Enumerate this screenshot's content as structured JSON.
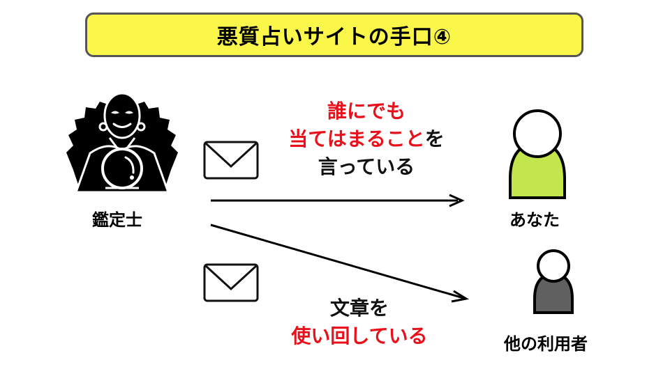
{
  "title": "悪質占いサイトの手口④",
  "colors": {
    "title_bg": "#fbf64a",
    "title_border": "#555555",
    "highlight_red": "#e8101a",
    "you_body": "#c2e64c",
    "others_body": "#606060"
  },
  "actors": {
    "fortune_teller": {
      "label": "鑑定士",
      "icon": "fortune-teller-crystal-ball-icon"
    },
    "you": {
      "label": "あなた",
      "icon": "person-icon"
    },
    "others": {
      "label": "他の利用者",
      "icon": "person-icon"
    }
  },
  "messages": {
    "top": {
      "line1_red": "誰にでも",
      "line2_red": "当てはまること",
      "line2_black": "を",
      "line3_black": "言っている",
      "icon": "envelope-icon"
    },
    "bottom": {
      "line1_black": "文章を",
      "line2_red": "使い回している",
      "icon": "envelope-icon"
    }
  }
}
